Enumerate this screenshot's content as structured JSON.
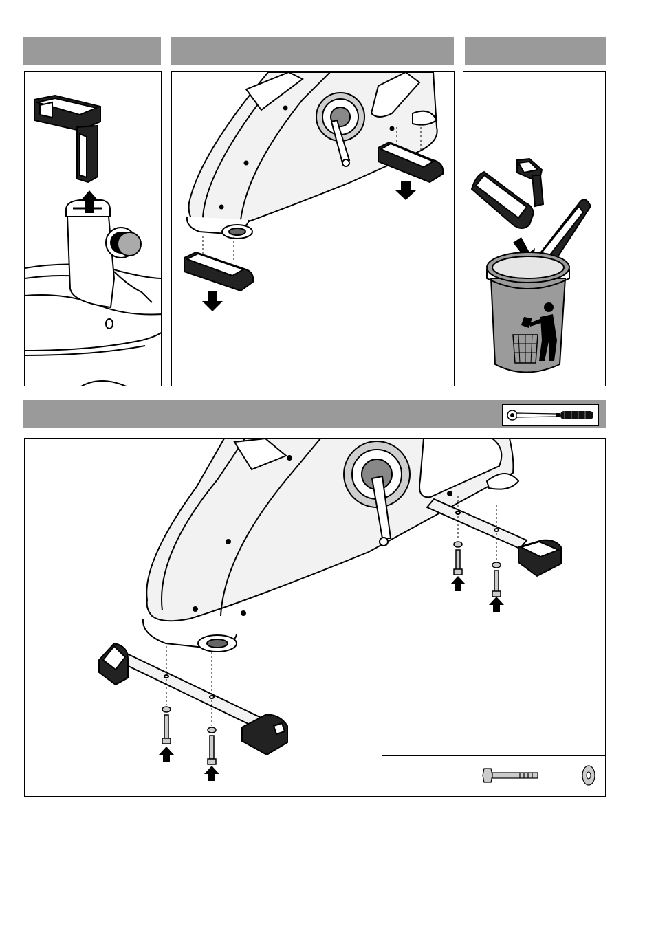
{
  "steps": [
    {
      "id": "step-1",
      "title": ""
    },
    {
      "id": "step-2",
      "title": ""
    },
    {
      "id": "step-3",
      "title": ""
    },
    {
      "id": "step-4",
      "title": ""
    }
  ],
  "palette": {
    "header_gray": "#9a9a9a",
    "line": "#000000",
    "fill_light": "#f2f2f2",
    "fill_mid": "#cfcfcf",
    "fill_dark": "#222222",
    "bin_gray": "#9b9b9b"
  },
  "icons": {
    "step1": [
      "packaging-insert-icon",
      "up-arrow-icon",
      "seat-post-icon",
      "adjustment-knob-icon"
    ],
    "step2": [
      "bike-frame-icon",
      "stabilizer-cap-icon",
      "down-arrow-icon"
    ],
    "step3": [
      "packaging-parts-icon",
      "trash-bin-icon",
      "person-disposing-icon"
    ],
    "step4": [
      "wrench-icon",
      "bike-frame-icon",
      "front-stabilizer-icon",
      "rear-stabilizer-icon",
      "bolt-icon",
      "washer-icon",
      "up-arrow-icon"
    ]
  }
}
